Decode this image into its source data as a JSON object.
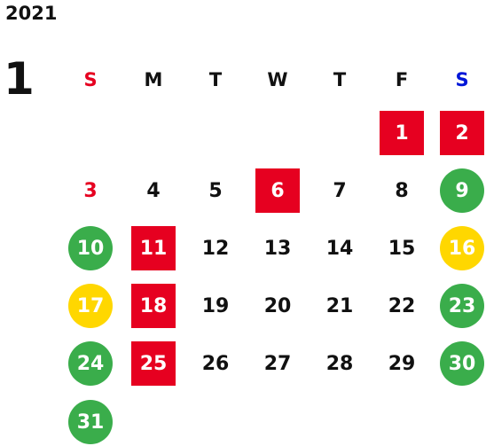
{
  "year": "2021",
  "month": "1",
  "colors": {
    "sunday": "#e60020",
    "saturday": "#0016d8",
    "weekday": "#111111",
    "holiday_box": "#e60020",
    "green_circle": "#3aad4b",
    "yellow_circle": "#ffd700"
  },
  "weekdays": [
    {
      "label": "S",
      "type": "sunday"
    },
    {
      "label": "M",
      "type": "weekday"
    },
    {
      "label": "T",
      "type": "weekday"
    },
    {
      "label": "W",
      "type": "weekday"
    },
    {
      "label": "T",
      "type": "weekday"
    },
    {
      "label": "F",
      "type": "weekday"
    },
    {
      "label": "S",
      "type": "saturday"
    }
  ],
  "days": [
    {
      "day": "1",
      "col": 5,
      "row": 0,
      "style": "red-box"
    },
    {
      "day": "2",
      "col": 6,
      "row": 0,
      "style": "red-box"
    },
    {
      "day": "3",
      "col": 0,
      "row": 1,
      "style": "sunday-text"
    },
    {
      "day": "4",
      "col": 1,
      "row": 1,
      "style": "plain"
    },
    {
      "day": "5",
      "col": 2,
      "row": 1,
      "style": "plain"
    },
    {
      "day": "6",
      "col": 3,
      "row": 1,
      "style": "red-box"
    },
    {
      "day": "7",
      "col": 4,
      "row": 1,
      "style": "plain"
    },
    {
      "day": "8",
      "col": 5,
      "row": 1,
      "style": "plain"
    },
    {
      "day": "9",
      "col": 6,
      "row": 1,
      "style": "green-circle"
    },
    {
      "day": "10",
      "col": 0,
      "row": 2,
      "style": "green-circle"
    },
    {
      "day": "11",
      "col": 1,
      "row": 2,
      "style": "red-box"
    },
    {
      "day": "12",
      "col": 2,
      "row": 2,
      "style": "plain"
    },
    {
      "day": "13",
      "col": 3,
      "row": 2,
      "style": "plain"
    },
    {
      "day": "14",
      "col": 4,
      "row": 2,
      "style": "plain"
    },
    {
      "day": "15",
      "col": 5,
      "row": 2,
      "style": "plain"
    },
    {
      "day": "16",
      "col": 6,
      "row": 2,
      "style": "yellow-circle"
    },
    {
      "day": "17",
      "col": 0,
      "row": 3,
      "style": "yellow-circle"
    },
    {
      "day": "18",
      "col": 1,
      "row": 3,
      "style": "red-box"
    },
    {
      "day": "19",
      "col": 2,
      "row": 3,
      "style": "plain"
    },
    {
      "day": "20",
      "col": 3,
      "row": 3,
      "style": "plain"
    },
    {
      "day": "21",
      "col": 4,
      "row": 3,
      "style": "plain"
    },
    {
      "day": "22",
      "col": 5,
      "row": 3,
      "style": "plain"
    },
    {
      "day": "23",
      "col": 6,
      "row": 3,
      "style": "green-circle"
    },
    {
      "day": "24",
      "col": 0,
      "row": 4,
      "style": "green-circle"
    },
    {
      "day": "25",
      "col": 1,
      "row": 4,
      "style": "red-box"
    },
    {
      "day": "26",
      "col": 2,
      "row": 4,
      "style": "plain"
    },
    {
      "day": "27",
      "col": 3,
      "row": 4,
      "style": "plain"
    },
    {
      "day": "28",
      "col": 4,
      "row": 4,
      "style": "plain"
    },
    {
      "day": "29",
      "col": 5,
      "row": 4,
      "style": "plain"
    },
    {
      "day": "30",
      "col": 6,
      "row": 4,
      "style": "green-circle"
    },
    {
      "day": "31",
      "col": 0,
      "row": 5,
      "style": "green-circle"
    }
  ]
}
